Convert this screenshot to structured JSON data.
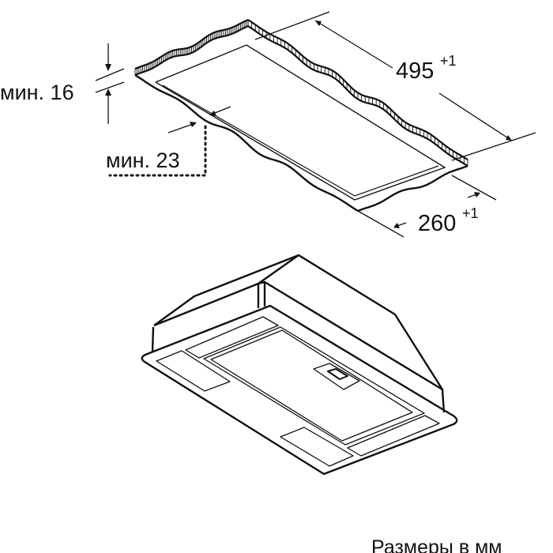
{
  "labels": {
    "min_16": "мин. 16",
    "min_23": "мин. 23",
    "length": "495",
    "length_tol": "+1",
    "width": "260",
    "width_tol": "+1",
    "caption": "Размеры в мм"
  },
  "colors": {
    "line": "#111111",
    "background": "#ffffff"
  }
}
